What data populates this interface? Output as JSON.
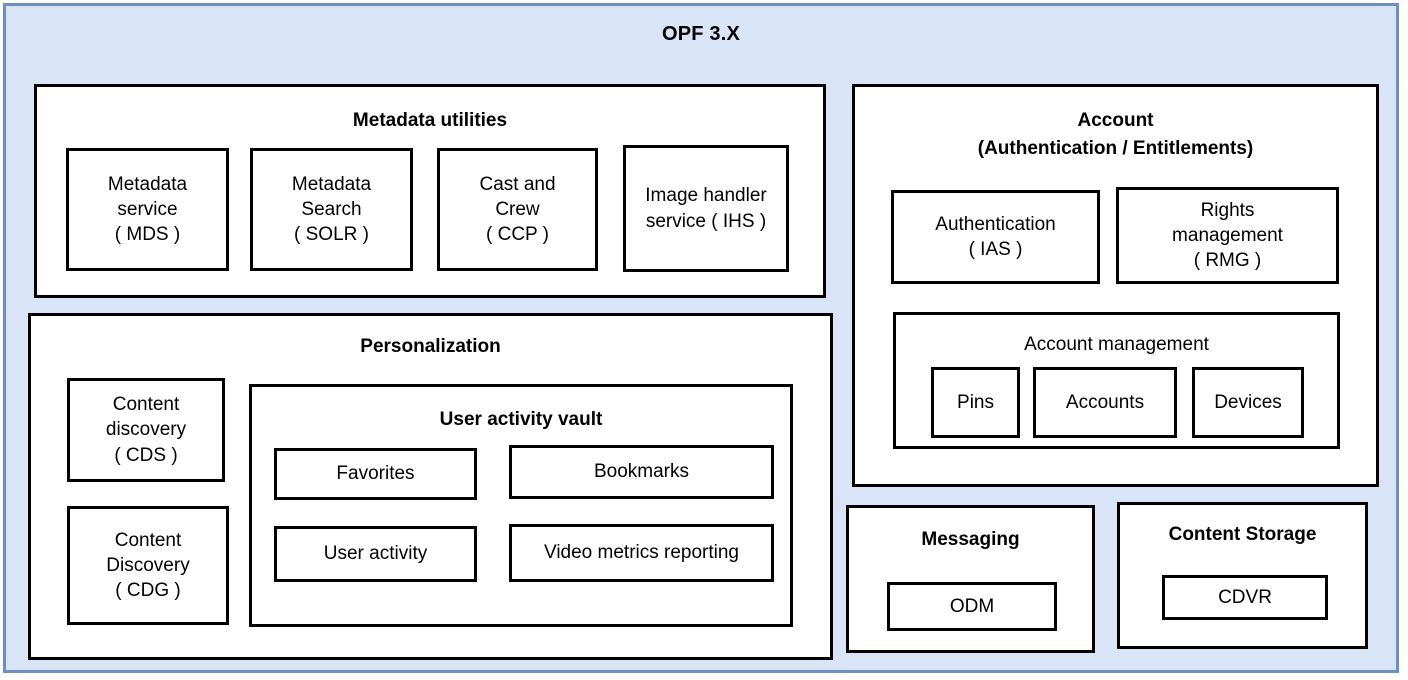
{
  "diagram": {
    "title": "OPF 3.X",
    "colors": {
      "outer_border": "#6d8fc4",
      "outer_fill": "#d9e5f7",
      "box_border": "#000000",
      "box_fill": "#ffffff",
      "text": "#000000"
    }
  },
  "metadata_utilities": {
    "title": "Metadata utilities",
    "nodes": [
      {
        "label": "Metadata\nservice\n( MDS )",
        "acronym": "MDS"
      },
      {
        "label": "Metadata\nSearch\n( SOLR )",
        "acronym": "SOLR"
      },
      {
        "label": "Cast and\nCrew\n( CCP )",
        "acronym": "CCP"
      },
      {
        "label": "Image handler\nservice ( IHS )",
        "acronym": "IHS"
      }
    ]
  },
  "personalization": {
    "title": "Personalization",
    "nodes": [
      {
        "label": "Content\ndiscovery\n( CDS )",
        "acronym": "CDS"
      },
      {
        "label": "Content\nDiscovery\n( CDG )",
        "acronym": "CDG"
      }
    ],
    "user_activity_vault": {
      "title": "User activity vault",
      "nodes": [
        {
          "label": "Favorites"
        },
        {
          "label": "Bookmarks"
        },
        {
          "label": "User activity"
        },
        {
          "label": "Video metrics reporting"
        }
      ]
    }
  },
  "account": {
    "title": "Account\n(Authentication / Entitlements)",
    "nodes": [
      {
        "label": "Authentication\n( IAS )",
        "acronym": "IAS"
      },
      {
        "label": "Rights\nmanagement\n( RMG )",
        "acronym": "RMG"
      }
    ],
    "account_management": {
      "title": "Account management",
      "nodes": [
        {
          "label": "Pins"
        },
        {
          "label": "Accounts"
        },
        {
          "label": "Devices"
        }
      ]
    }
  },
  "messaging": {
    "title": "Messaging",
    "nodes": [
      {
        "label": "ODM"
      }
    ]
  },
  "content_storage": {
    "title": "Content Storage",
    "nodes": [
      {
        "label": "CDVR"
      }
    ]
  }
}
